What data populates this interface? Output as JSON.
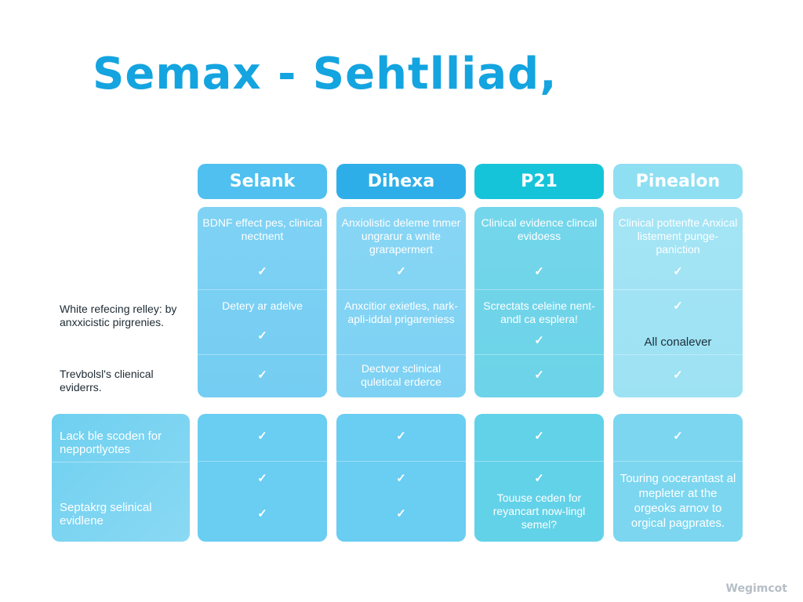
{
  "title": "Semax - Sehtlliad,",
  "colors": {
    "title": "#14a4e0",
    "selank": "#4fc0ef",
    "dihexa": "#2eaee8",
    "p21": "#16c4da",
    "pinealon": "#8edff2"
  },
  "columns": [
    {
      "header": "Selank",
      "top_cells": [
        {
          "text": "BDNF effect pes, clinical nectnent",
          "check": true
        },
        {
          "text": "Detery ar adelve",
          "check": true
        },
        {
          "text": "",
          "check": true
        }
      ],
      "bottom_cells": [
        {
          "text": "",
          "check": true
        },
        {
          "text": "",
          "checks": 2
        }
      ]
    },
    {
      "header": "Dihexa",
      "top_cells": [
        {
          "text": "Anxiolistic deleme tnmer ungrarur a wnite grarapermert",
          "check": true
        },
        {
          "text": "Anxcitior exietles, nark-apli-iddal prigareniess",
          "check": false
        },
        {
          "text": "Dectvor sclinical quletical erderce",
          "check": false
        }
      ],
      "bottom_cells": [
        {
          "text": "",
          "check": true
        },
        {
          "text": "",
          "checks": 2
        }
      ]
    },
    {
      "header": "P21",
      "top_cells": [
        {
          "text": "Clinical evidence clincal evidoess",
          "check": true
        },
        {
          "text": "Screctats celeine nent-andl ca esplera!",
          "check": true
        },
        {
          "text": "",
          "check": true
        }
      ],
      "bottom_cells": [
        {
          "text": "",
          "check": true
        },
        {
          "text": "Touuse ceden for reyancart now-lingl semel?",
          "check": true
        }
      ]
    },
    {
      "header": "Pinealon",
      "top_cells": [
        {
          "text": "Clinical pottenfte Anxical listement punge-paniction",
          "check": true
        },
        {
          "text": "All conalever",
          "check": true
        },
        {
          "text": "",
          "check": true
        }
      ],
      "bottom_cells": [
        {
          "text": "",
          "check": true
        },
        {
          "text": "Touring oocerantast al mepleter at the orgeoks arnov to orgical pagprates.",
          "check": false
        }
      ]
    }
  ],
  "left_labels": [
    "White refecing relley: by anxxicistic pirgrenies.",
    "Trevbolsl's clienical eviderrs."
  ],
  "left_box": [
    "Lack ble scoden for nepportlyotes",
    "Septakrg selinical evidlene"
  ],
  "check_glyph": "✓",
  "watermark": "Wegimcot"
}
